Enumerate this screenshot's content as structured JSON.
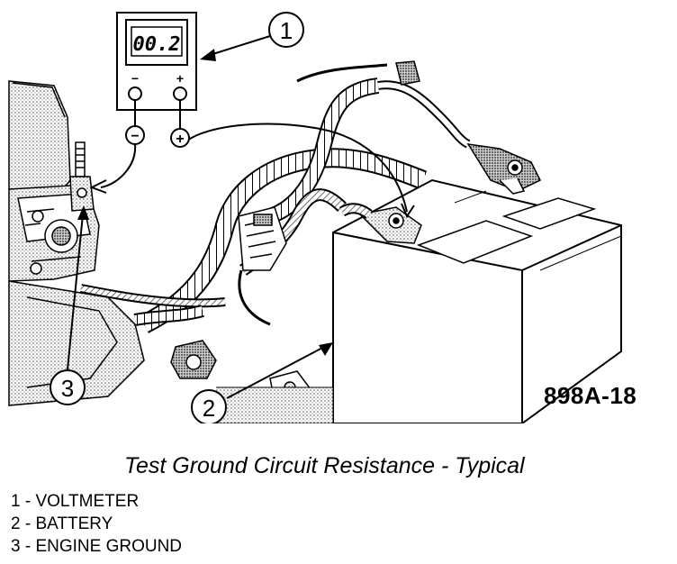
{
  "figure_id": "898A-18",
  "caption": "Test Ground Circuit Resistance - Typical",
  "voltmeter": {
    "display": "00.2",
    "negative_symbol": "−",
    "positive_symbol": "+"
  },
  "callouts": [
    {
      "number": "1",
      "label": "VOLTMETER"
    },
    {
      "number": "2",
      "label": "BATTERY"
    },
    {
      "number": "3",
      "label": "ENGINE GROUND"
    }
  ],
  "legend": [
    "1 - VOLTMETER",
    "2 - BATTERY",
    "3 - ENGINE GROUND"
  ]
}
